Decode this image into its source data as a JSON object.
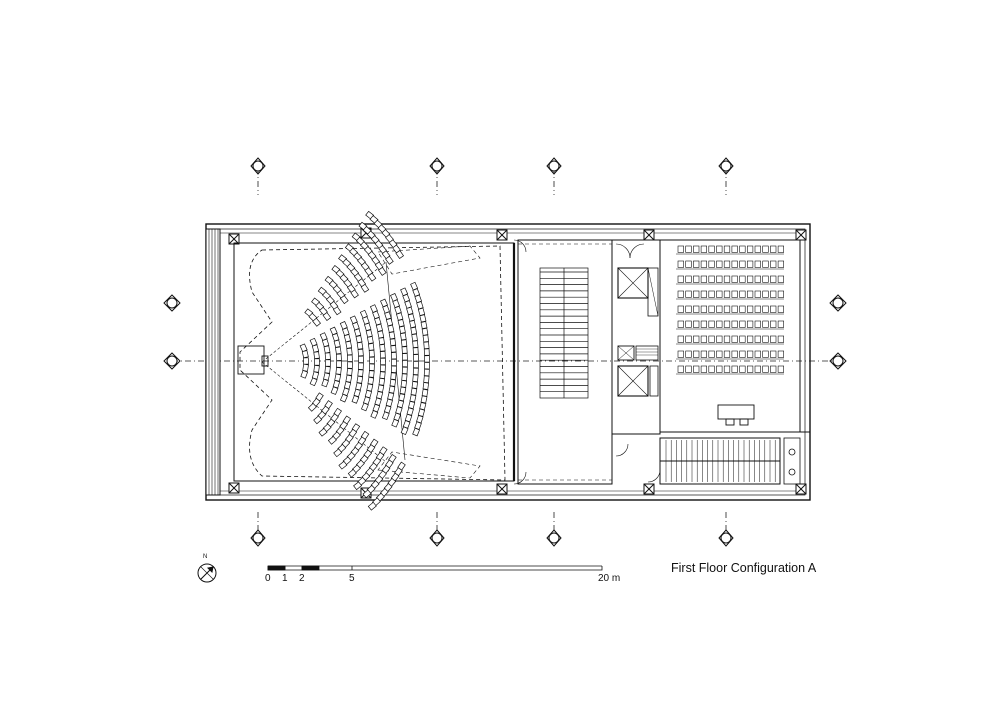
{
  "drawing": {
    "title": "First Floor Configuration A",
    "north_label": "N",
    "scale_ticks": [
      "0",
      "1",
      "2",
      "5",
      "20 m"
    ]
  },
  "rooms": {
    "lecture_hall": {
      "rows": 12
    },
    "classroom": {
      "rows": 9,
      "seats_per_row": 14
    }
  }
}
